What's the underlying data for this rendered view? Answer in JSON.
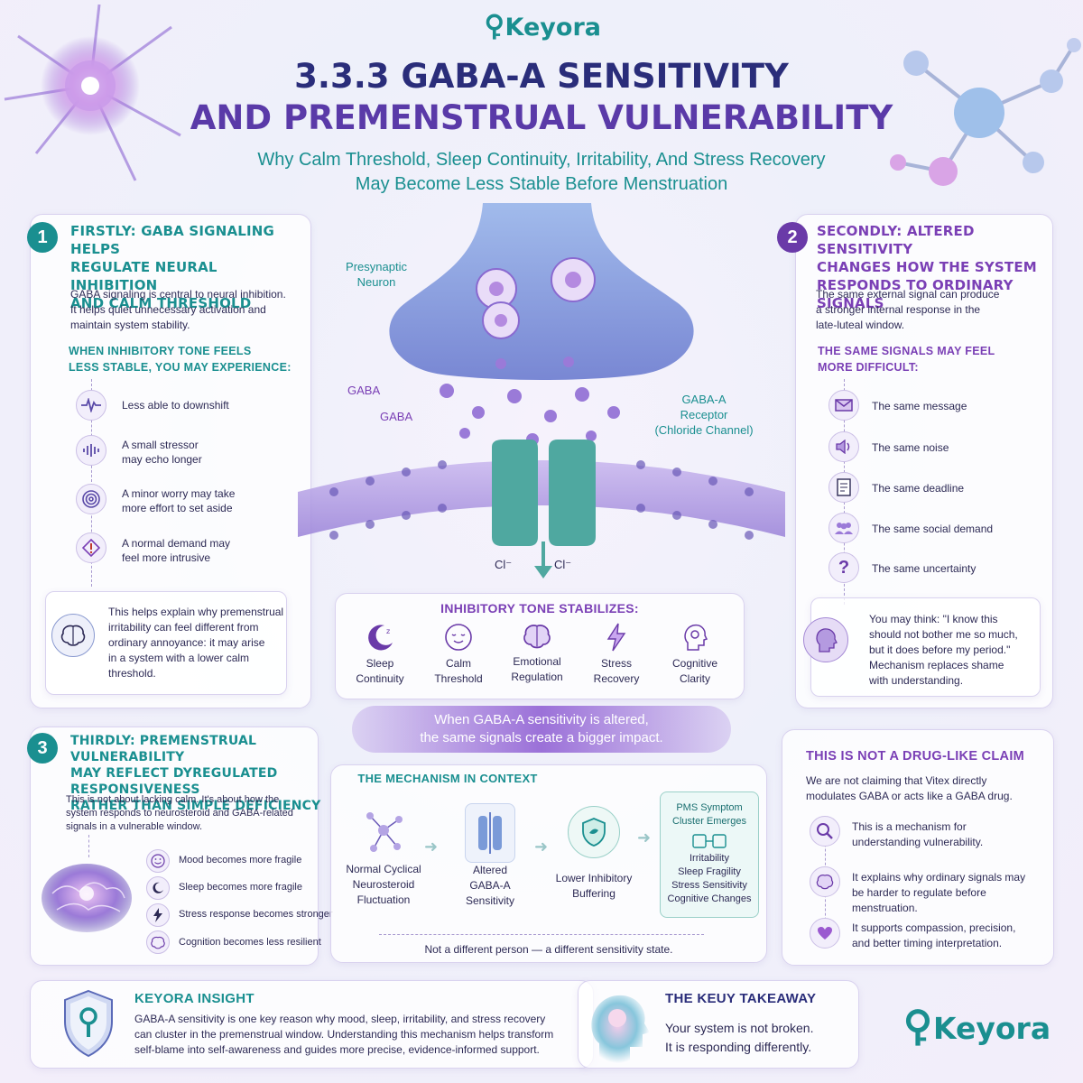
{
  "brand": "Keyora",
  "header": {
    "title_line1": "3.3.3 GABA-A SENSITIVITY",
    "title_line2": "AND PREMENSTRUAL VULNERABILITY",
    "subtitle_line1": "Why Calm Threshold, Sleep Continuity, Irritability, And Stress Recovery",
    "subtitle_line2": "May Become Less Stable Before Menstruation"
  },
  "section1": {
    "number": "1",
    "title_lines": [
      "FIRSTLY: GABA SIGNALING HELPS",
      "REGULATE NEURAL INHIBITION",
      "AND CALM THRESHOLD"
    ],
    "intro_lines": [
      "GABA signaling is central to neural inhibition.",
      "It helps quiet unnecessary activation and",
      "maintain system stability."
    ],
    "subhead_lines": [
      "WHEN INHIBITORY TONE FEELS",
      "LESS STABLE, YOU MAY EXPERIENCE:"
    ],
    "items": [
      {
        "icon": "pulse-icon",
        "lines": [
          "Less able to downshift"
        ]
      },
      {
        "icon": "soundwave-icon",
        "lines": [
          "A small stressor",
          "may echo longer"
        ]
      },
      {
        "icon": "target-icon",
        "lines": [
          "A minor worry may take",
          "more effort to set aside"
        ]
      },
      {
        "icon": "alert-icon",
        "lines": [
          "A normal demand may",
          "feel more intrusive"
        ]
      }
    ],
    "note_lines": [
      "This helps explain why premenstrual",
      "irritability can feel different from",
      "ordinary annoyance: it may arise",
      "in a system with a lower calm",
      "threshold."
    ]
  },
  "section2": {
    "number": "2",
    "title_lines": [
      "SECONDLY: ALTERED SENSITIVITY",
      "CHANGES HOW THE SYSTEM",
      "RESPONDS TO ORDINARY SIGNALS"
    ],
    "intro_lines": [
      "The same external signal can produce",
      "a stronger internal response in the",
      "late-luteal window."
    ],
    "subhead_lines": [
      "THE SAME SIGNALS MAY FEEL",
      "MORE DIFFICULT:"
    ],
    "items": [
      {
        "icon": "envelope-icon",
        "label": "The same message"
      },
      {
        "icon": "speaker-icon",
        "label": "The same noise"
      },
      {
        "icon": "document-icon",
        "label": "The same deadline"
      },
      {
        "icon": "people-icon",
        "label": "The same social demand"
      },
      {
        "icon": "question-icon",
        "label": "The same uncertainty"
      }
    ],
    "note_lines": [
      "You may think: \"I know this",
      "should not bother me so much,",
      "but it does before my period.\"",
      "Mechanism replaces shame",
      "with understanding."
    ]
  },
  "center": {
    "presynaptic_lines": [
      "Presynaptic",
      "Neuron"
    ],
    "gaba_label_1": "GABA",
    "gaba_label_2": "GABA",
    "receptor_lines": [
      "GABA-A",
      "Receptor",
      "(Chloride Channel)"
    ],
    "cl_left": "Cl⁻",
    "cl_right": "Cl⁻"
  },
  "stabilizes": {
    "title": "INHIBITORY TONE STABILIZES:",
    "items": [
      {
        "icon": "moon-icon",
        "lines": [
          "Sleep",
          "Continuity"
        ]
      },
      {
        "icon": "calm-face-icon",
        "lines": [
          "Calm",
          "Threshold"
        ]
      },
      {
        "icon": "brain-icon",
        "lines": [
          "Emotional",
          "Regulation"
        ]
      },
      {
        "icon": "lightning-icon",
        "lines": [
          "Stress",
          "Recovery"
        ]
      },
      {
        "icon": "head-gear-icon",
        "lines": [
          "Cognitive",
          "Clarity"
        ]
      }
    ]
  },
  "banner": {
    "line1": "When GABA-A sensitivity is altered,",
    "line2": "the same signals create a bigger impact."
  },
  "section3": {
    "number": "3",
    "title_lines": [
      "THIRDLY: PREMENSTRUAL VULNERABILITY",
      "MAY REFLECT DYREGULATED RESPONSIVENESS",
      "RATHER THAN SIMPLE DEFICIENCY"
    ],
    "intro_lines": [
      "This is not about lacking calm. It's about how the",
      "system responds to neurosteroid and GABA-related",
      "signals in a vulnerable window."
    ],
    "items": [
      {
        "icon": "smile-icon",
        "label": "Mood becomes more fragile"
      },
      {
        "icon": "moon-icon",
        "label": "Sleep becomes more fragile"
      },
      {
        "icon": "lightning-icon",
        "label": "Stress response becomes stronger"
      },
      {
        "icon": "brain-icon",
        "label": "Cognition becomes less resilient"
      }
    ]
  },
  "mechanism": {
    "title": "THE MECHANISM IN CONTEXT",
    "steps": [
      {
        "icon": "molecule-icon",
        "lines": [
          "Normal Cyclical",
          "Neurosteroid",
          "Fluctuation"
        ]
      },
      {
        "icon": "receptor-icon",
        "lines": [
          "Altered",
          "GABA-A",
          "Sensitivity"
        ]
      },
      {
        "icon": "shield-icon",
        "lines": [
          "Lower Inhibitory",
          "Buffering"
        ]
      }
    ],
    "cluster_title_lines": [
      "PMS Symptom",
      "Cluster Emerges"
    ],
    "cluster_items": [
      "Irritability",
      "Sleep Fragility",
      "Stress Sensitivity",
      "Cognitive Changes"
    ],
    "footer": "Not a different person — a different sensitivity state."
  },
  "claim": {
    "title": "THIS IS NOT A DRUG-LIKE CLAIM",
    "intro_lines": [
      "We are not claiming that Vitex directly",
      "modulates GABA or acts like a GABA drug."
    ],
    "items": [
      {
        "icon": "magnifier-icon",
        "lines": [
          "This is a mechanism for",
          "understanding vulnerability."
        ]
      },
      {
        "icon": "brain-icon",
        "lines": [
          "It explains why ordinary signals may",
          "be harder to regulate before menstruation."
        ]
      },
      {
        "icon": "heart-icon",
        "lines": [
          "It supports compassion, precision,",
          "and better timing interpretation."
        ]
      }
    ]
  },
  "insight": {
    "title": "KEYORA INSIGHT",
    "lines": [
      "GABA-A sensitivity is one key reason why mood, sleep, irritability, and stress recovery",
      "can cluster in the premenstrual window. Understanding this mechanism helps transform",
      "self-blame into self-awareness and guides more precise, evidence-informed support."
    ]
  },
  "takeaway": {
    "title": "THE KEUY TAKEAWAY",
    "line1": "Your system is not broken.",
    "line2": "It is responding differently."
  },
  "colors": {
    "teal": "#1a8f90",
    "purple": "#7a3fb5",
    "navy": "#2a2d7a"
  }
}
